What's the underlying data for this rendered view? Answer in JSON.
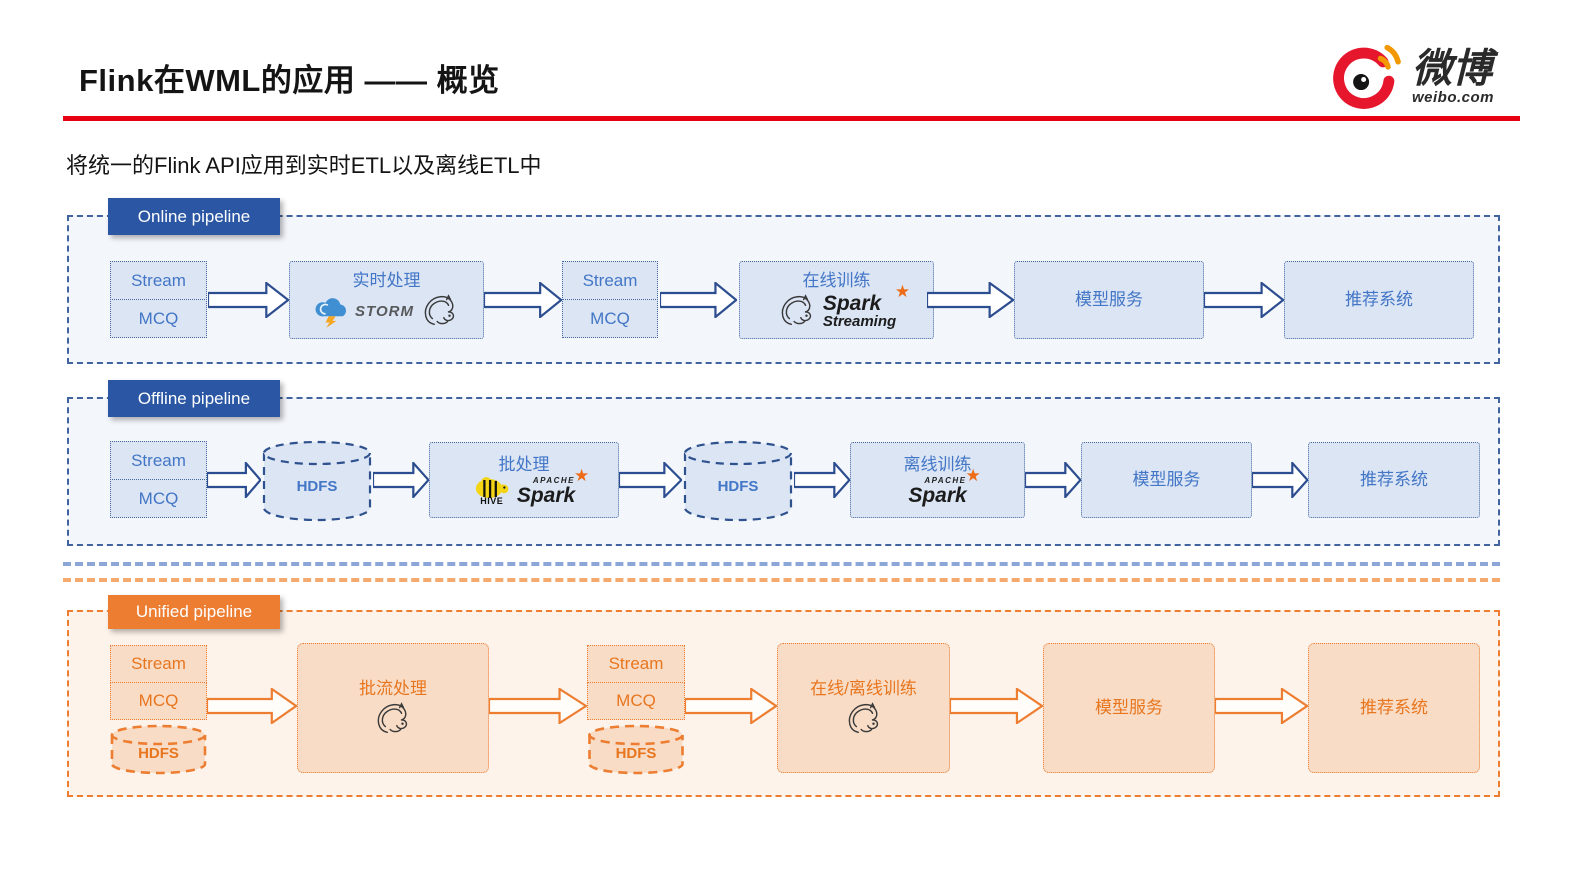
{
  "header": {
    "title": "Flink在WML的应用 —— 概览",
    "logo": {
      "brand": "微博",
      "domain": "weibo.com"
    }
  },
  "subtitle": "将统一的Flink API应用到实时ETL以及离线ETL中",
  "colors": {
    "accent_red": "#e60012",
    "pipeline_blue": "#2a56a3",
    "pipeline_orange": "#ed7d31",
    "node_blue_fill": "#dbe5f4",
    "node_orange_fill": "#f8dcc6"
  },
  "pipelines": {
    "online": {
      "label": "Online pipeline",
      "source1": {
        "top": "Stream",
        "bottom": "MCQ"
      },
      "realtime": {
        "title": "实时处理",
        "logo": "STORM"
      },
      "source2": {
        "top": "Stream",
        "bottom": "MCQ"
      },
      "training": {
        "title": "在线训练",
        "spark": "Spark",
        "star": "★",
        "streaming": "Streaming"
      },
      "model": "模型服务",
      "recommend": "推荐系统"
    },
    "offline": {
      "label": "Offline pipeline",
      "source": {
        "top": "Stream",
        "bottom": "MCQ"
      },
      "hdfs1": "HDFS",
      "batch": {
        "title": "批处理",
        "hive": "HIVE",
        "apache": "APACHE",
        "spark": "Spark",
        "star": "★"
      },
      "hdfs2": "HDFS",
      "training": {
        "title": "离线训练",
        "apache": "APACHE",
        "spark": "Spark",
        "star": "★"
      },
      "model": "模型服务",
      "recommend": "推荐系统"
    },
    "unified": {
      "label": "Unified pipeline",
      "source1": {
        "top": "Stream",
        "bottom": "MCQ",
        "store": "HDFS"
      },
      "process": "批流处理",
      "source2": {
        "top": "Stream",
        "bottom": "MCQ",
        "store": "HDFS"
      },
      "training": "在线/离线训练",
      "model": "模型服务",
      "recommend": "推荐系统"
    }
  }
}
